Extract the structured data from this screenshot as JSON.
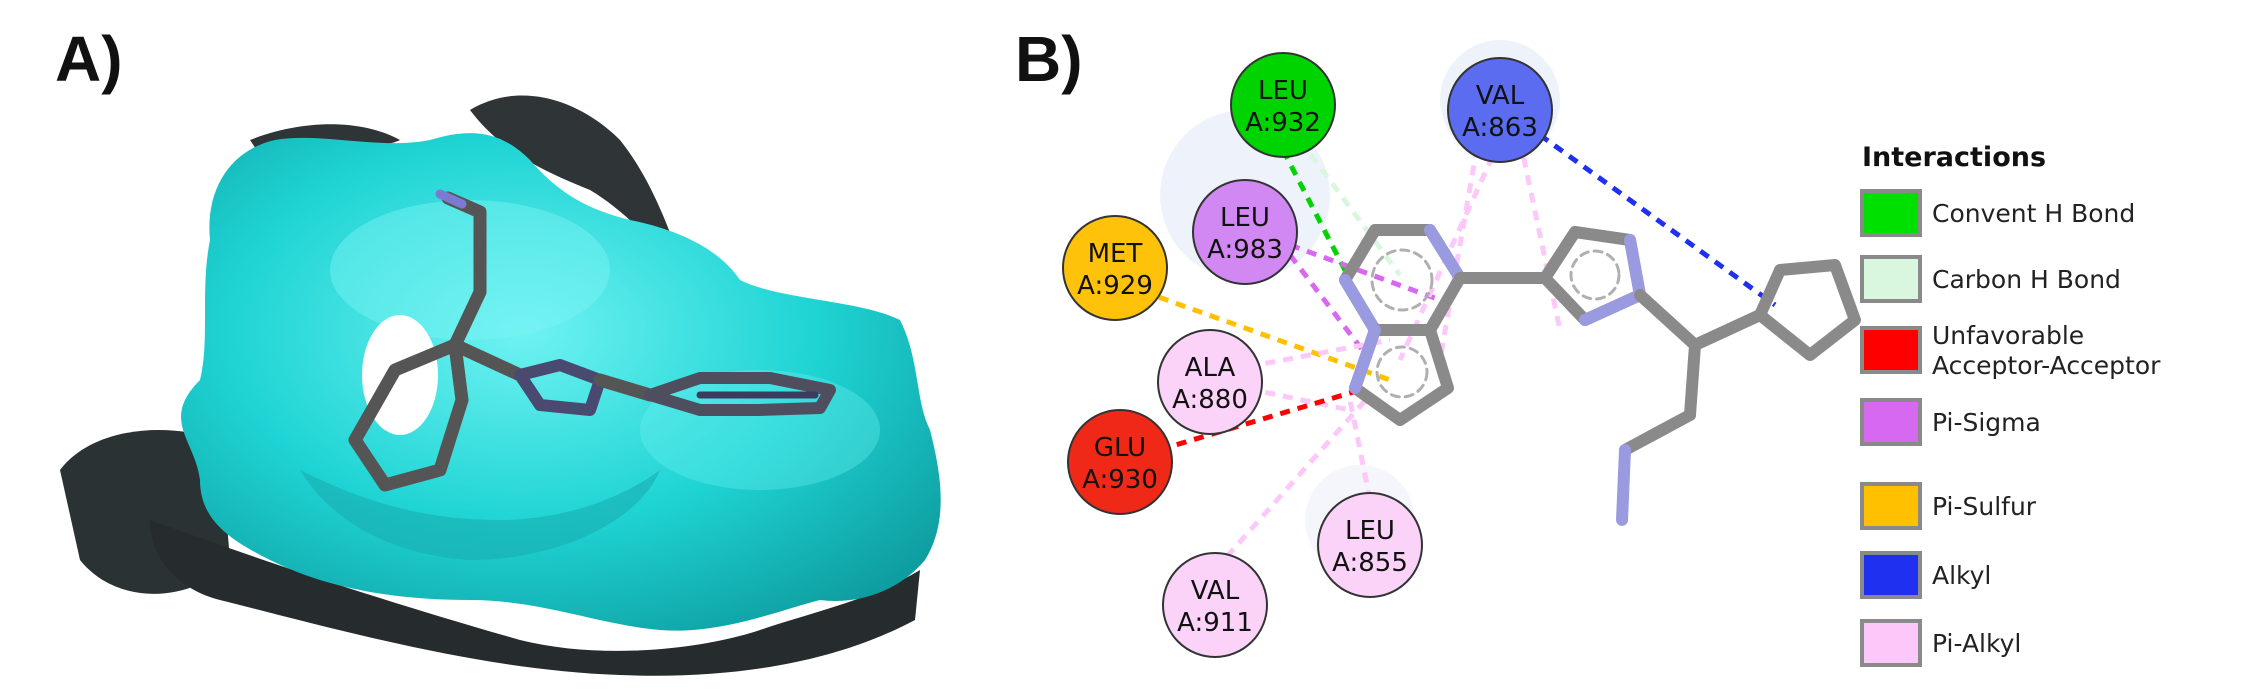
{
  "panels": {
    "a_label": "A)",
    "b_label": "B)"
  },
  "legend": {
    "title": "Interactions",
    "items": [
      {
        "label": "Convent H Bond",
        "color": "#00e000"
      },
      {
        "label": "Carbon H Bond",
        "color": "#d9f7df"
      },
      {
        "label": "Unfavorable Acceptor-Acceptor",
        "color": "#ff0000"
      },
      {
        "label": "Pi-Sigma",
        "color": "#d768f0"
      },
      {
        "label": "Pi-Sulfur",
        "color": "#ffc000"
      },
      {
        "label": "Alkyl",
        "color": "#2030f0"
      },
      {
        "label": "Pi-Alkyl",
        "color": "#fcc8fa"
      }
    ]
  },
  "residues": [
    {
      "name": "LEU",
      "id": "A:932",
      "type": "Convent H Bond",
      "color": "#00d400"
    },
    {
      "name": "VAL",
      "id": "A:863",
      "type": "Alkyl",
      "color": "#5b6cf0"
    },
    {
      "name": "LEU",
      "id": "A:983",
      "type": "Pi-Sigma",
      "color": "#d288f2"
    },
    {
      "name": "MET",
      "id": "A:929",
      "type": "Pi-Sulfur",
      "color": "#ffc20a"
    },
    {
      "name": "ALA",
      "id": "A:880",
      "type": "Pi-Alkyl",
      "color": "#fbd2f8"
    },
    {
      "name": "GLU",
      "id": "A:930",
      "type": "Unfavorable Acceptor-Acceptor",
      "color": "#f02818"
    },
    {
      "name": "LEU",
      "id": "A:855",
      "type": "Pi-Alkyl",
      "color": "#fbd2f8"
    },
    {
      "name": "VAL",
      "id": "A:911",
      "type": "Pi-Alkyl",
      "color": "#fbd2f8"
    }
  ],
  "colors": {
    "surface": "#1fd4d4",
    "surface_dark": "#2b3233",
    "ligand": "#5a5a5a",
    "nitrogen": "#8888d8"
  }
}
